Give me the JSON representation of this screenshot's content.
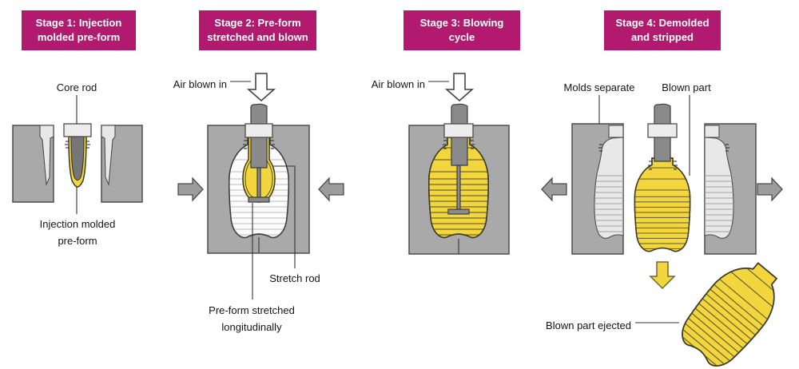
{
  "stages": [
    {
      "title": [
        "Stage 1: Injection",
        "molded pre-form"
      ],
      "labels": {
        "core_rod": "Core rod",
        "preform": [
          "Injection molded",
          "pre-form"
        ]
      }
    },
    {
      "title": [
        "Stage 2: Pre-form",
        "stretched and blown"
      ],
      "labels": {
        "air": "Air blown in",
        "stretch_rod": "Stretch rod",
        "stretched": [
          "Pre-form stretched",
          "longitudinally"
        ]
      }
    },
    {
      "title": [
        "Stage 3: Blowing",
        "cycle"
      ],
      "labels": {
        "air": "Air blown in"
      }
    },
    {
      "title": [
        "Stage 4: Demolded",
        "and stripped"
      ],
      "labels": {
        "molds_separate": "Molds separate",
        "blown_part": "Blown part",
        "ejected": "Blown part ejected"
      }
    }
  ],
  "colors": {
    "header_bg": "#b11a6e",
    "mold": "#a9a9a9",
    "cavity": "#e8e8e8",
    "rod": "#8a8a8a",
    "rod_dark": "#767676",
    "cap": "#ededed",
    "yellow": "#f3d63e",
    "yellow_outline": "#3c3b25",
    "rib_yellow": "#6f6930",
    "arrow": "#9c9c9c",
    "outline": "#4d4d4d"
  }
}
